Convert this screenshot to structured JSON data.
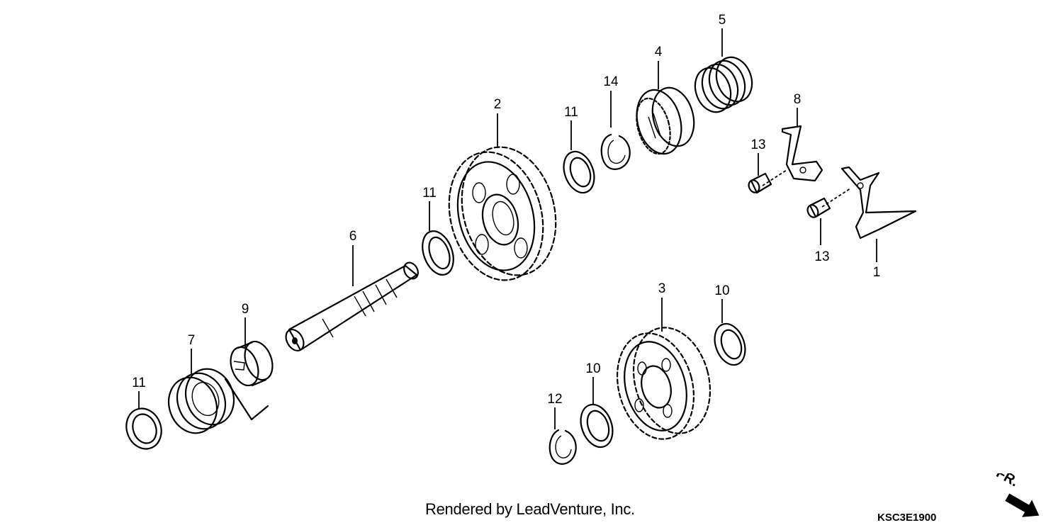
{
  "credit": "Rendered by LeadVenture, Inc.",
  "drawing_code": "KSC3E1900",
  "direction_label": "FR.",
  "callouts": {
    "c1": "1",
    "c2": "2",
    "c3": "3",
    "c4": "4",
    "c5": "5",
    "c6": "6",
    "c7": "7",
    "c8": "8",
    "c9": "9",
    "c10a": "10",
    "c10b": "10",
    "c11a": "11",
    "c11b": "11",
    "c11c": "11",
    "c12": "12",
    "c13a": "13",
    "c13b": "13",
    "c14": "14"
  }
}
